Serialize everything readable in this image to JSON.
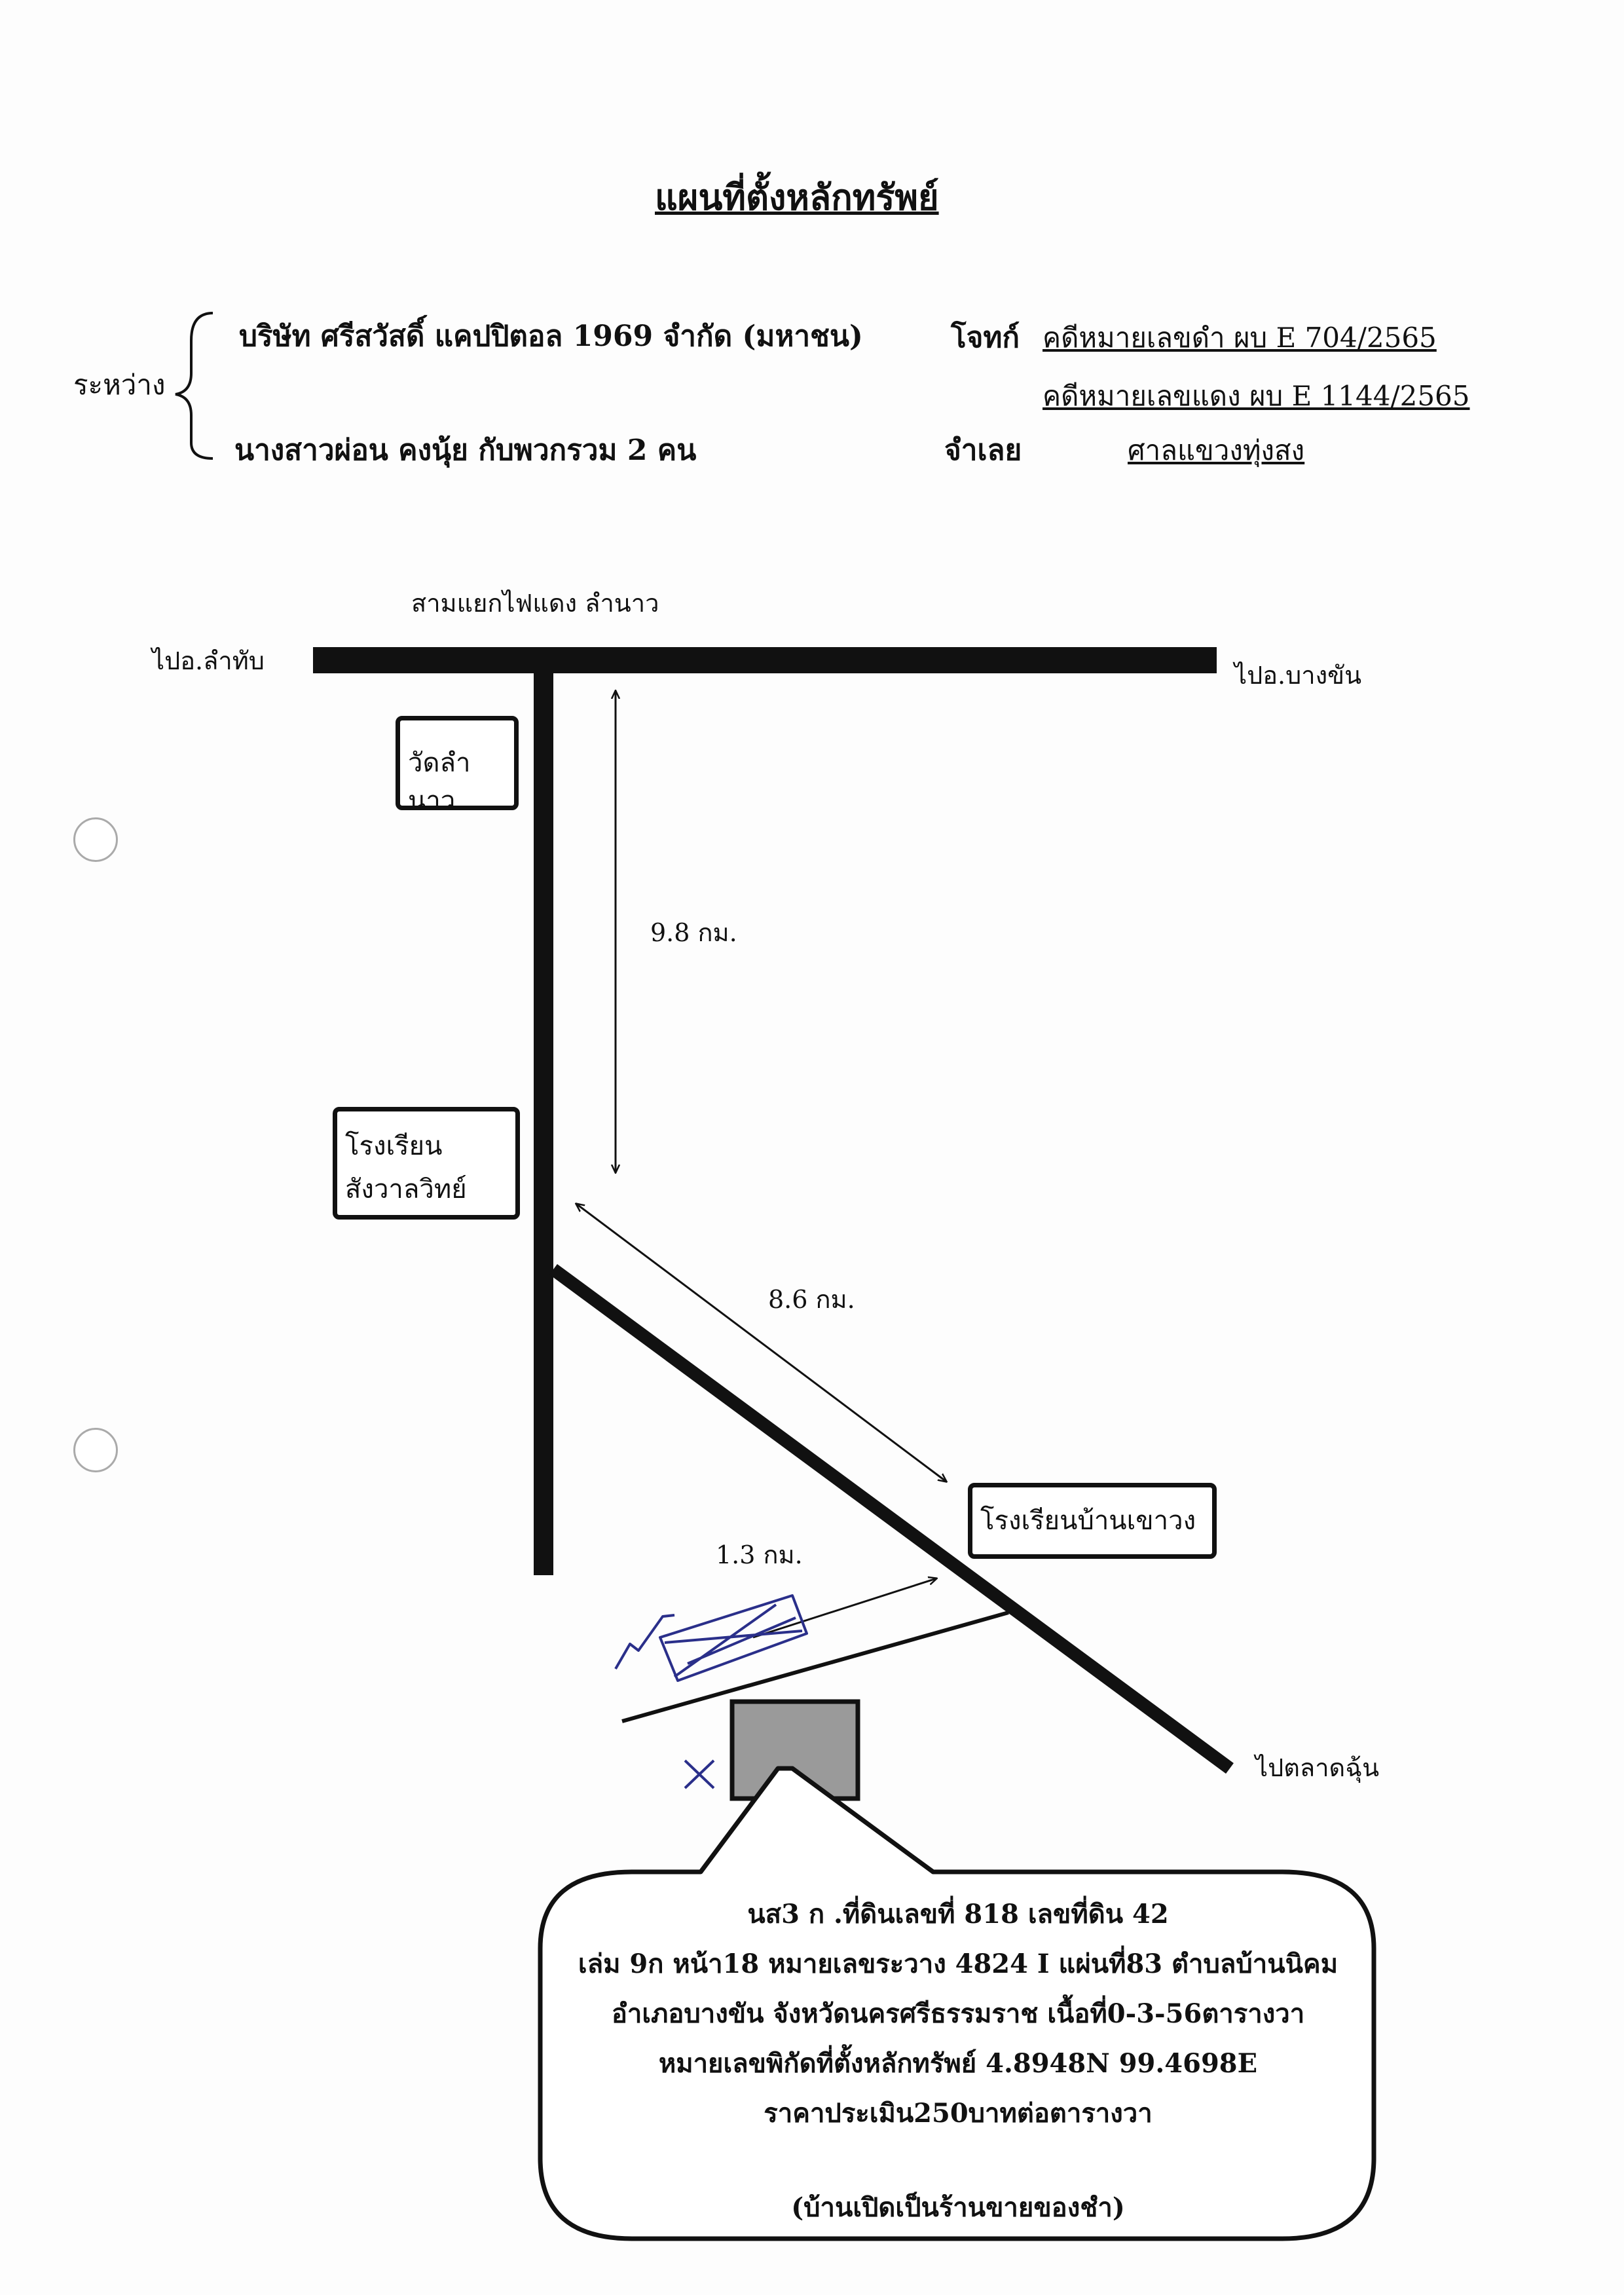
{
  "document": {
    "title": "แผนที่ตั้งหลักทรัพย์",
    "between_label": "ระหว่าง",
    "plaintiff_name": "บริษัท ศรีสวัสดิ์ แคปปิตอล 1969 จำกัด (มหาชน)",
    "plaintiff_role": "โจทก์",
    "case_black": "คดีหมายเลขดำ    ผบ E 704/2565",
    "case_red": "คดีหมายเลขแดง ผบ  E 1144/2565",
    "defendant_name": "นางสาวผ่อน คงนุ้ย  กับพวกรวม 2 คน",
    "defendant_role": "จำเลย",
    "court": "ศาลแขวงทุ่งสง"
  },
  "map": {
    "junction_label": "สามแยกไฟแดง ลำนาว",
    "to_west": "ไปอ.ลำทับ",
    "to_east": "ไปอ.บางขัน",
    "temple": "วัดลำนาว",
    "school_1_line1": "โรงเรียน",
    "school_1_line2": "สังวาลวิทย์",
    "distance_1": "9.8 กม.",
    "distance_2": "8.6 กม.",
    "school_2": "โรงเรียนบ้านเขาวง",
    "distance_3": "1.3 กม.",
    "to_market": "ไปตลาดฉุ้น"
  },
  "property_info": {
    "line1": "นส3 ก .ที่ดินเลขที่ 818   เลขที่ดิน 42",
    "line2": "เล่ม 9ก หน้า18 หมายเลขระวาง 4824 I แผ่นที่83 ตำบลบ้านนิคม",
    "line3": "อำเภอบางขัน จังหวัดนครศรีธรรมราช  เนื้อที่0-3-56ตารางวา",
    "line4": "หมายเลขพิกัดที่ตั้งหลักทรัพย์ 4.8948N 99.4698E",
    "line5": "ราคาประเมิน250บาทต่อตารางวา",
    "line6": "(บ้านเปิดเป็นร้านขายของชำ)"
  },
  "colors": {
    "ink": "#111111",
    "property_fill": "#9a9a9a",
    "pen_blue": "#2a2f8a"
  }
}
